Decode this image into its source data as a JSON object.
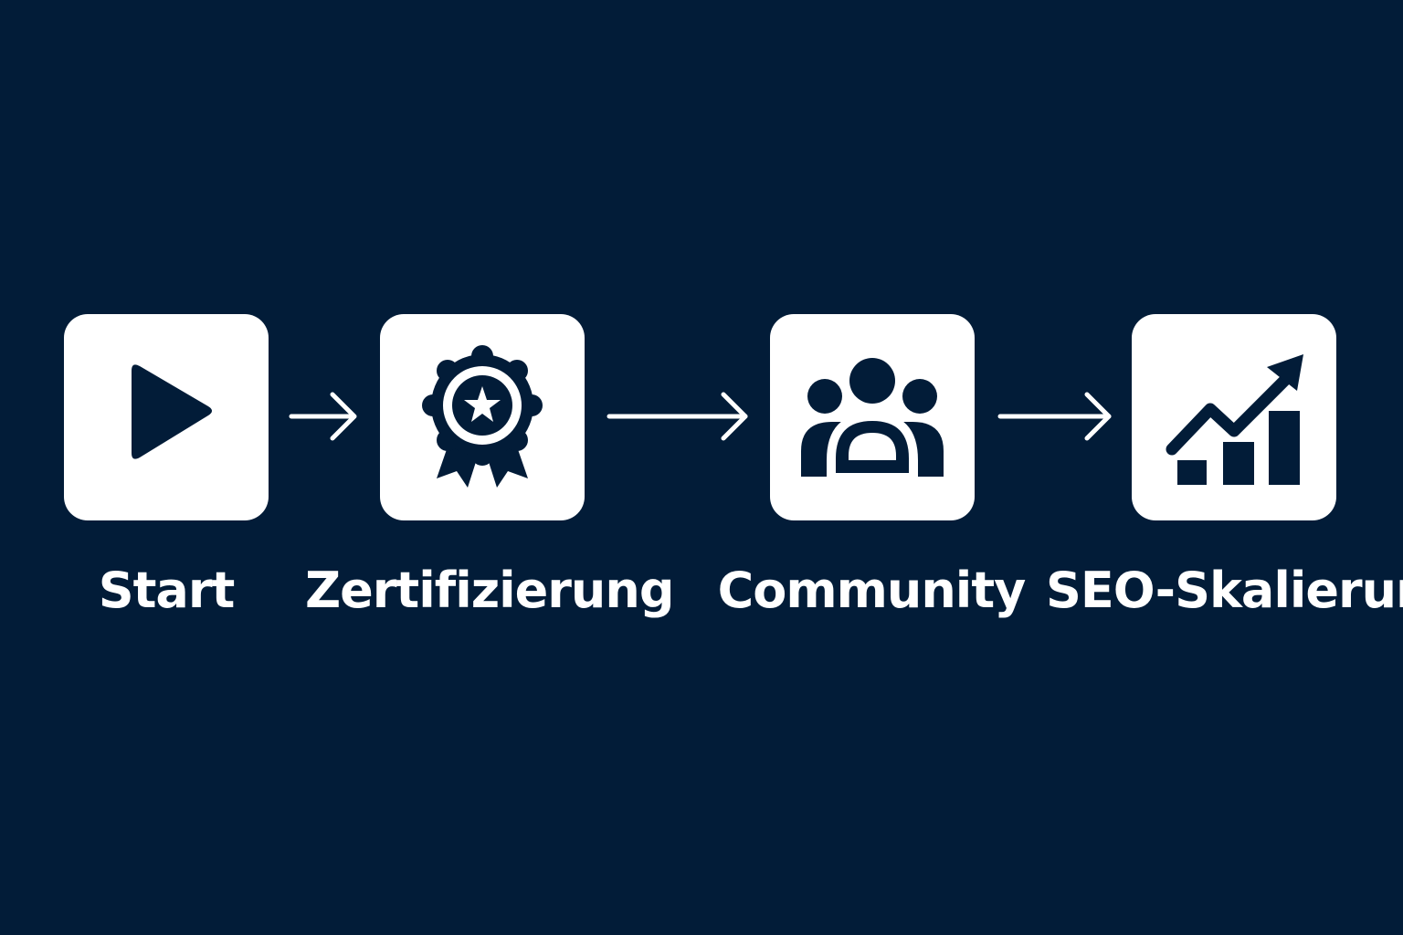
{
  "diagram": {
    "background": "#021c38",
    "box_color": "#ffffff",
    "icon_color": "#021c38",
    "steps": [
      {
        "label": "Start",
        "icon": "play-icon"
      },
      {
        "label": "Zertifizierung",
        "icon": "award-badge-icon"
      },
      {
        "label": "Community",
        "icon": "users-group-icon"
      },
      {
        "label": "SEO-Skalierung",
        "icon": "growth-chart-icon"
      }
    ]
  }
}
